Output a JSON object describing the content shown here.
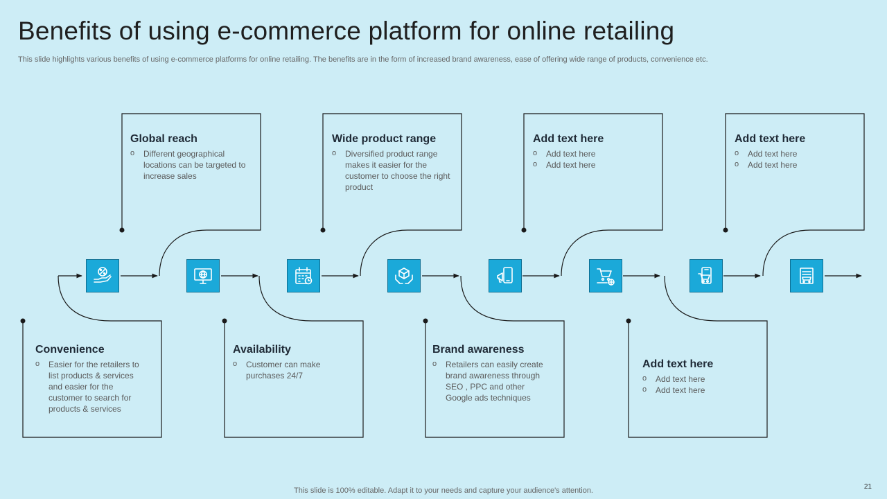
{
  "slide": {
    "title": "Benefits of using e-commerce platform for online retailing",
    "subtitle": "This slide highlights various benefits of using e-commerce platforms for online retailing. The benefits are in the form of  increased brand awareness, ease of offering wide range of products, convenience etc.",
    "footer": "This slide is 100% editable. Adapt it to your needs and capture your audience's attention.",
    "page_number": "21"
  },
  "cards": [
    {
      "title": "Convenience",
      "points": [
        "Easier for the retailers to list products & services and easier for the customer to search for products & services"
      ]
    },
    {
      "title": "Global reach",
      "points": [
        "Different geographical locations can be targeted to increase sales"
      ]
    },
    {
      "title": "Availability",
      "points": [
        "Customer can make purchases 24/7"
      ]
    },
    {
      "title": "Wide product range",
      "points": [
        "Diversified product range makes it easier for the customer to choose the right product"
      ]
    },
    {
      "title": "Brand awareness",
      "points": [
        "Retailers can easily create brand awareness through SEO , PPC and other Google ads techniques"
      ]
    },
    {
      "title": "Add text here",
      "points": [
        "Add text here",
        "Add text here"
      ]
    },
    {
      "title": "Add text here",
      "points": [
        "Add text here",
        "Add text here"
      ]
    },
    {
      "title": "Add text here",
      "points": [
        "Add text here",
        "Add text here"
      ]
    }
  ],
  "icons": [
    {
      "name": "discount-hand-icon"
    },
    {
      "name": "globe-monitor-icon"
    },
    {
      "name": "calendar-clock-icon"
    },
    {
      "name": "box-hands-icon"
    },
    {
      "name": "phone-megaphone-icon"
    },
    {
      "name": "shopping-cart-globe-icon"
    },
    {
      "name": "mobile-cart-icon"
    },
    {
      "name": "online-store-icon"
    }
  ],
  "colors": {
    "background": "#cdedf6",
    "icon_fill": "#1ba9d9",
    "line": "#1a1a1a"
  }
}
